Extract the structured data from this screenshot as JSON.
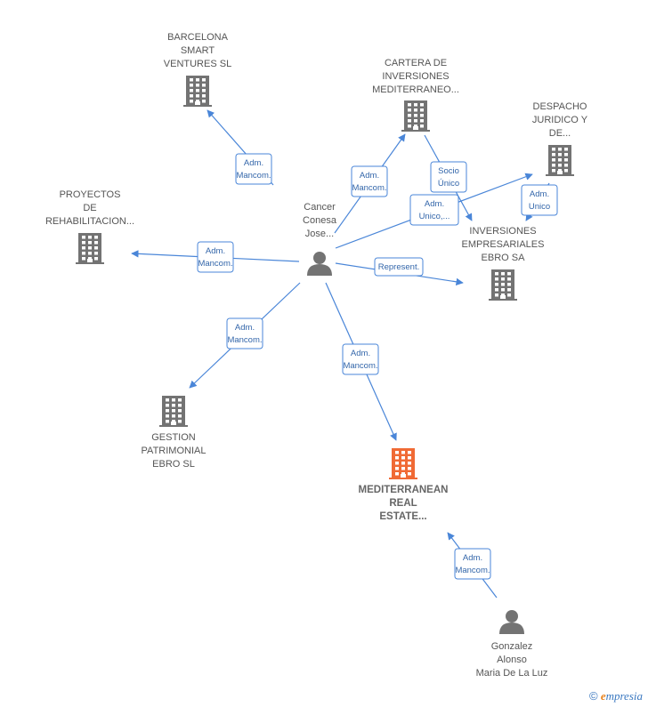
{
  "colors": {
    "company": "#737373",
    "focus_company": "#f06a35",
    "person": "#737373",
    "edge": "#4a86d8"
  },
  "nodes": [
    {
      "id": "barcelona",
      "kind": "company",
      "label_lines": [
        "BARCELONA",
        "SMART",
        "VENTURES  SL"
      ]
    },
    {
      "id": "cartera",
      "kind": "company",
      "label_lines": [
        "CARTERA DE",
        "INVERSIONES",
        "MEDITERRANEO..."
      ]
    },
    {
      "id": "despacho",
      "kind": "company",
      "label_lines": [
        "DESPACHO",
        "JURIDICO Y",
        "DE..."
      ]
    },
    {
      "id": "proyectos",
      "kind": "company",
      "label_lines": [
        "PROYECTOS",
        "DE",
        "REHABILITACION..."
      ]
    },
    {
      "id": "inversiones",
      "kind": "company",
      "label_lines": [
        "INVERSIONES",
        "EMPRESARIALES",
        "EBRO SA"
      ]
    },
    {
      "id": "gestion",
      "kind": "company",
      "label_lines": [
        "GESTION",
        "PATRIMONIAL",
        "EBRO  SL"
      ]
    },
    {
      "id": "mediterranean",
      "kind": "focus",
      "label_lines": [
        "MEDITERRANEAN",
        "REAL",
        "ESTATE..."
      ]
    },
    {
      "id": "cancer",
      "kind": "person",
      "label_lines": [
        "Cancer",
        "Conesa",
        "Jose..."
      ]
    },
    {
      "id": "gonzalez",
      "kind": "person",
      "label_lines": [
        "Gonzalez",
        "Alonso",
        "Maria De La Luz"
      ]
    }
  ],
  "edges": [
    {
      "from": "cancer",
      "to": "barcelona",
      "label_lines": [
        "Adm.",
        "Mancom."
      ]
    },
    {
      "from": "cancer",
      "to": "cartera",
      "label_lines": [
        "Adm.",
        "Mancom."
      ]
    },
    {
      "from": "cancer",
      "to": "despacho",
      "label_lines": [
        "Adm.",
        "Unico,..."
      ]
    },
    {
      "from": "cancer",
      "to": "proyectos",
      "label_lines": [
        "Adm.",
        "Mancom."
      ]
    },
    {
      "from": "cancer",
      "to": "inversiones",
      "label_lines": [
        "Represent."
      ]
    },
    {
      "from": "cancer",
      "to": "gestion",
      "label_lines": [
        "Adm.",
        "Mancom."
      ]
    },
    {
      "from": "cancer",
      "to": "mediterranean",
      "label_lines": [
        "Adm.",
        "Mancom."
      ]
    },
    {
      "from": "cartera",
      "to": "inversiones",
      "label_lines": [
        "Socio",
        "Único"
      ]
    },
    {
      "from": "despacho",
      "to": "inversiones",
      "label_lines": [
        "Adm.",
        "Unico"
      ]
    },
    {
      "from": "gonzalez",
      "to": "mediterranean",
      "label_lines": [
        "Adm.",
        "Mancom."
      ]
    }
  ],
  "watermark": {
    "copyright": "©",
    "brand_initial": "e",
    "brand_rest": "mpresia"
  }
}
